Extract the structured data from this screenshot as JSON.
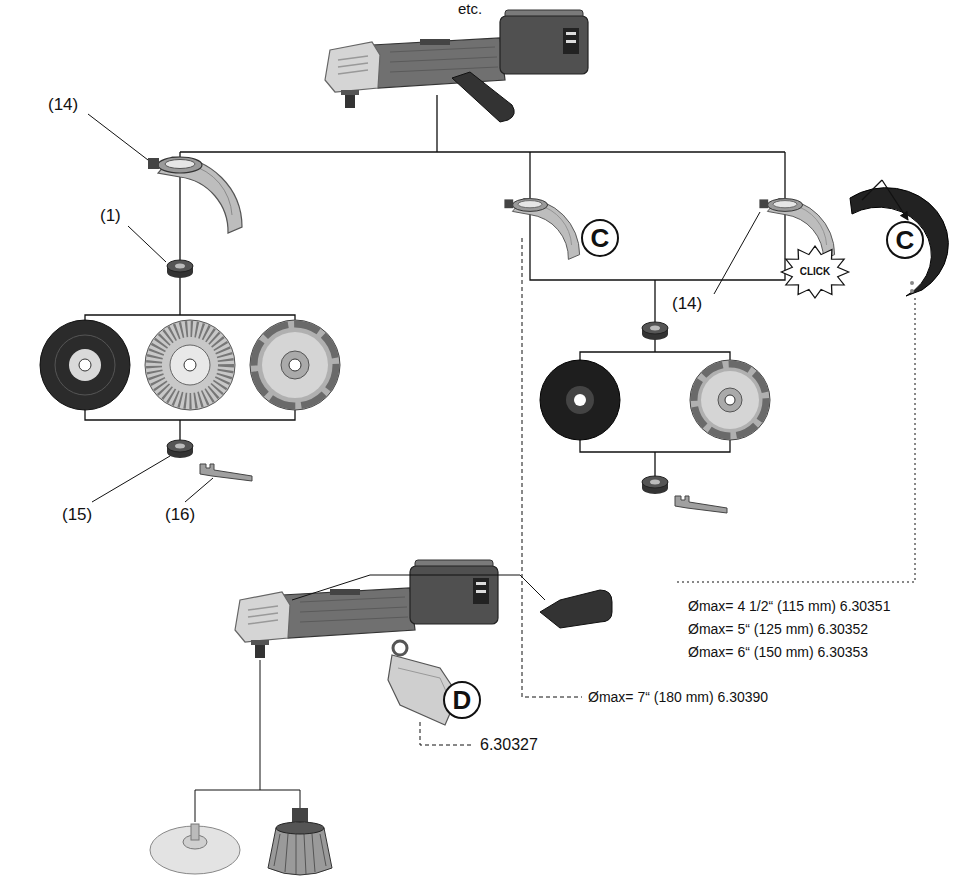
{
  "diagram": {
    "nodes": [
      {
        "text": [
          "C"
        ]
      },
      {
        "text": [
          "C"
        ]
      },
      {
        "text": [
          "D"
        ]
      }
    ],
    "labels": [
      "etc.",
      "(14)",
      "(14)",
      "(1)",
      "CLICK",
      "(15)",
      "(16)",
      "Ømax= 4 1/2“ (115 mm) 6.30351",
      "Ømax= 5“ (125 mm) 6.30352",
      "Ømax= 6“ (150 mm) 6.30353",
      "Ømax= 7“ (180 mm) 6.30390",
      "6.30327"
    ]
  }
}
